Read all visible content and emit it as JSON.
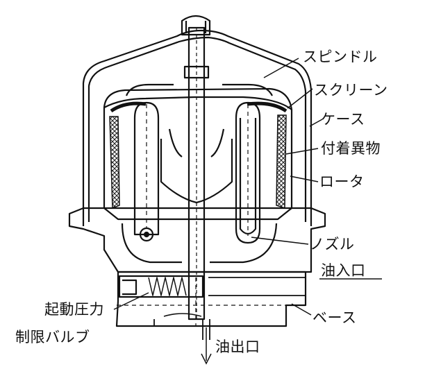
{
  "labels": {
    "spindle": "スピンドル",
    "screen": "スクリーン",
    "case": "ケース",
    "deposits": "付着異物",
    "rotor": "ロータ",
    "nozzle": "ノズル",
    "oil_inlet": "油入口",
    "base": "ベース",
    "relief_valve_line1": "起動圧力",
    "relief_valve_line2": "制限バルブ",
    "oil_outlet": "油出口"
  },
  "colors": {
    "ink": "#111111",
    "paper": "#ffffff",
    "hatch": "#222222"
  }
}
